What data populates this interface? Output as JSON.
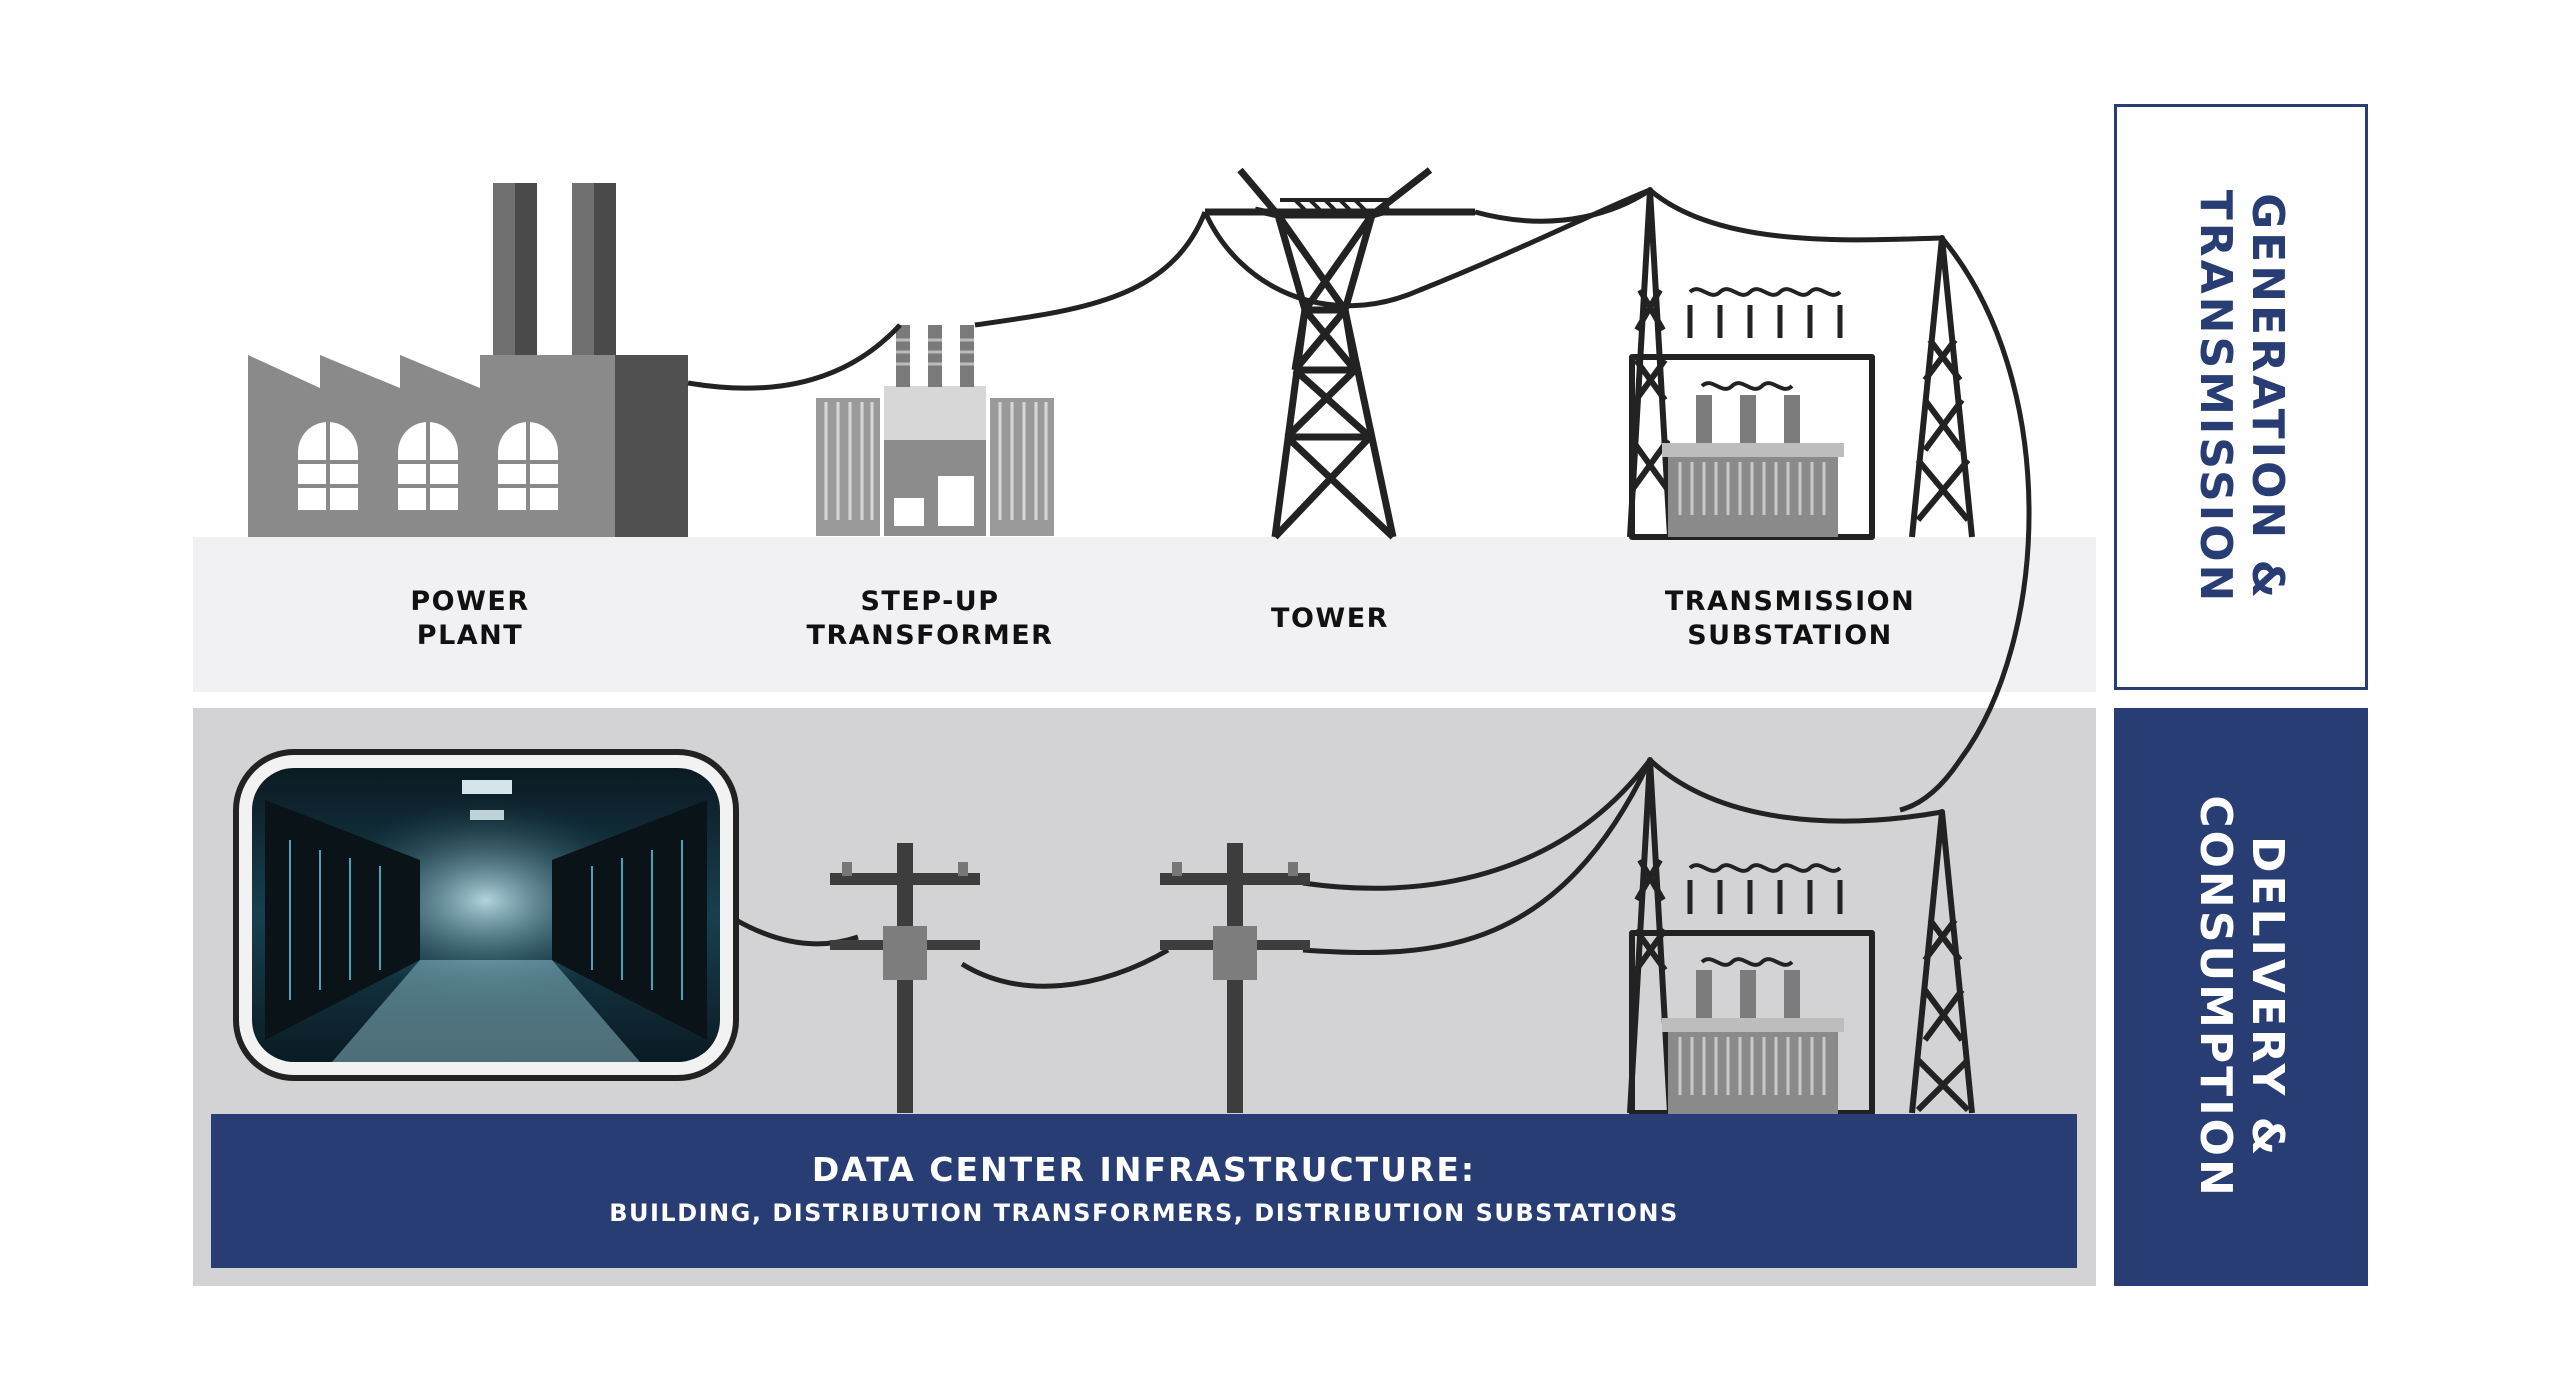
{
  "labels": {
    "power_plant": [
      "POWER",
      "PLANT"
    ],
    "step_up_transformer": [
      "STEP-UP",
      "TRANSFORMER"
    ],
    "tower": "TOWER",
    "transmission_substation": [
      "TRANSMISSION",
      "SUBSTATION"
    ]
  },
  "side": {
    "top": [
      "GENERATION &",
      "TRANSMISSION"
    ],
    "bottom": [
      "DELIVERY &",
      "CONSUMPTION"
    ]
  },
  "infobar": {
    "title": "DATA CENTER INFRASTRUCTURE:",
    "subtitle": "BUILDING, DISTRIBUTION TRANSFORMERS, DISTRIBUTION SUBSTATIONS"
  },
  "colors": {
    "navy": "#283d74",
    "band_light": "#f1f0f3",
    "band_gray": "#d3d3d6",
    "line": "#222222"
  }
}
